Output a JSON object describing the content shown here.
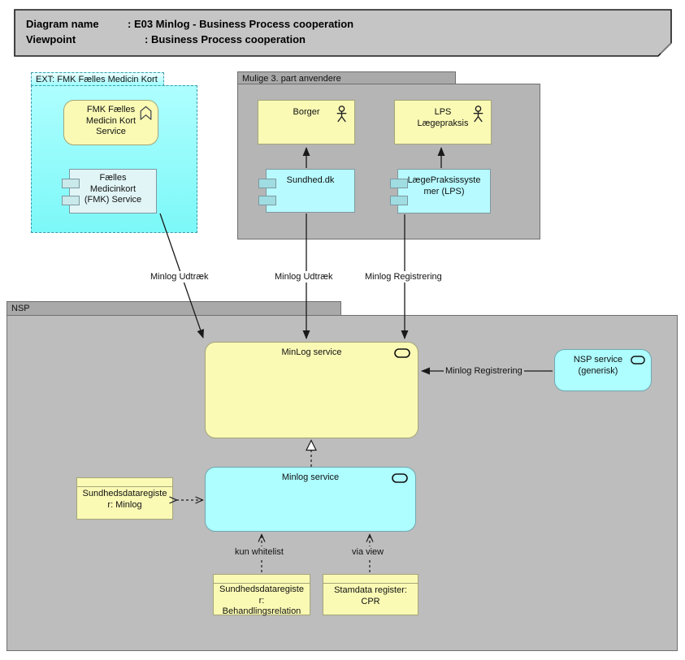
{
  "title_block": {
    "rows": [
      {
        "label": "Diagram name",
        "value": ": E03 Minlog - Business Process cooperation"
      },
      {
        "label": "Viewpoint",
        "value": ": Business Process cooperation"
      }
    ]
  },
  "groups": {
    "ext": {
      "label": "EXT: FMK Fælles Medicin Kort"
    },
    "third_party": {
      "label": "Mulige 3. part anvendere"
    },
    "nsp": {
      "label": "NSP"
    }
  },
  "nodes": {
    "fmk_process": {
      "label": "FMK Fælles\nMedicin Kort\nService",
      "icon": "process-banner"
    },
    "fmk_component": {
      "label": "Fælles\nMedicinkort\n(FMK) Service",
      "icon": "component"
    },
    "borger": {
      "label": "Borger",
      "icon": "actor"
    },
    "lps_actor": {
      "label": "LPS\nLægepraksis",
      "icon": "actor"
    },
    "sundhed_dk": {
      "label": "Sundhed.dk",
      "icon": "component"
    },
    "lps_system": {
      "label": "LægePraksissyste\nmer (LPS)",
      "icon": "component"
    },
    "minlog_service_app": {
      "label": "MinLog service",
      "icon": "service"
    },
    "nsp_service": {
      "label": "NSP service\n(generisk)",
      "icon": "service"
    },
    "minlog_service_impl": {
      "label": "Minlog service",
      "icon": "service"
    },
    "register_minlog": {
      "label": "Sundhedsdataregiste\nr: Minlog"
    },
    "register_behandling": {
      "label": "Sundhedsdataregiste\nr:\nBehandlingsrelation"
    },
    "register_cpr": {
      "label": "Stamdata register:\nCPR"
    }
  },
  "connections": {
    "fmk_to_minlog": {
      "label": "Minlog Udtræk"
    },
    "sundhed_to_minlog": {
      "label": "Minlog Udtræk"
    },
    "lps_to_minlog": {
      "label": "Minlog Registrering"
    },
    "nsp_to_minlog": {
      "label": "Minlog Registrering"
    },
    "behandling_to_impl": {
      "label": "kun whitelist"
    },
    "cpr_to_impl": {
      "label": "via view"
    }
  },
  "colors": {
    "business_yellow": "#fafab5",
    "application_cyan": "#aefdff",
    "group_cyan": "#7cf8f8",
    "group_gray": "#b5b5b5",
    "nsp_gray": "#bdbdbd",
    "title_gray": "#c5c5c5",
    "line": "#1a1a1a"
  }
}
